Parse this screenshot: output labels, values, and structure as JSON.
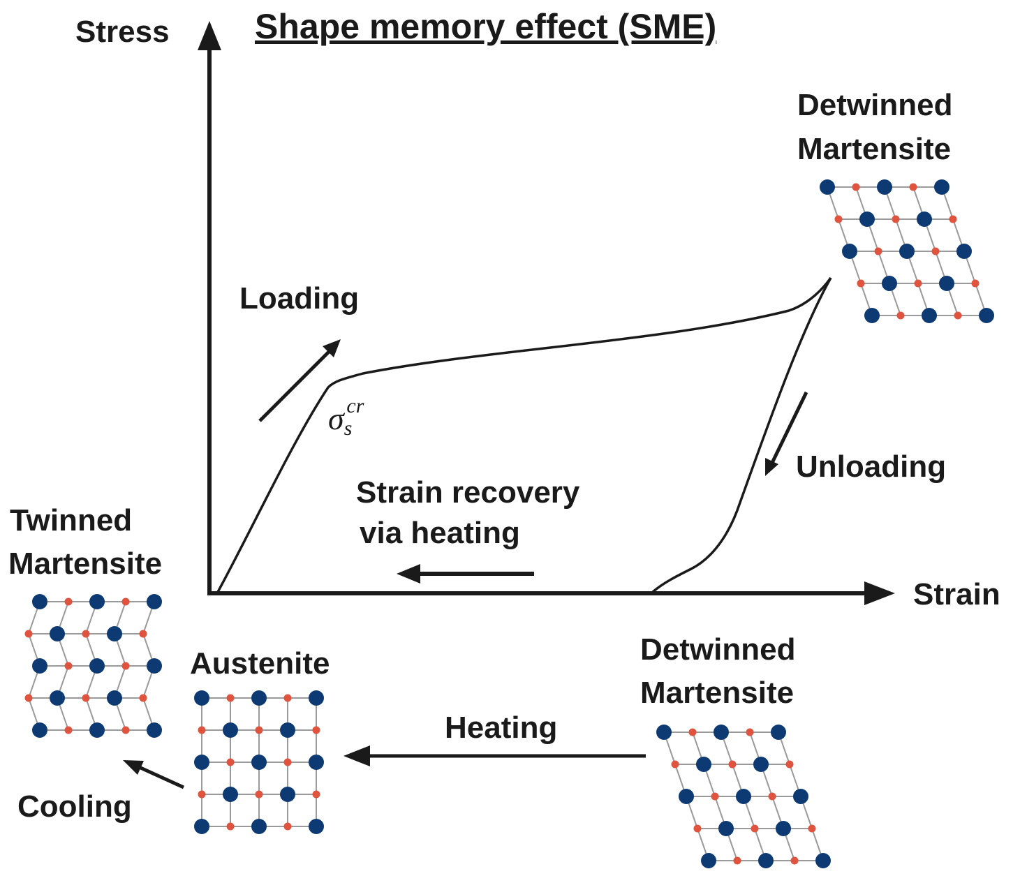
{
  "title": "Shape memory effect (SME)",
  "axes": {
    "y_label": "Stress",
    "x_label": "Strain"
  },
  "curve_labels": {
    "loading": "Loading",
    "unloading": "Unloading",
    "recovery_line1": "Strain recovery",
    "recovery_line2": "via heating",
    "sigma_base": "σ",
    "sigma_sub": "s",
    "sigma_sup": "cr"
  },
  "phases": {
    "detwinned_top_line1": "Detwinned",
    "detwinned_top_line2": "Martensite",
    "twinned_line1": "Twinned",
    "twinned_line2": "Martensite",
    "austenite": "Austenite",
    "detwinned_bottom_line1": "Detwinned",
    "detwinned_bottom_line2": "Martensite"
  },
  "transitions": {
    "heating": "Heating",
    "cooling": "Cooling"
  },
  "colors": {
    "large_atom": "#0d3a73",
    "small_atom": "#e0533f",
    "bond": "#9a9a9a",
    "line": "#1a1a1a"
  }
}
